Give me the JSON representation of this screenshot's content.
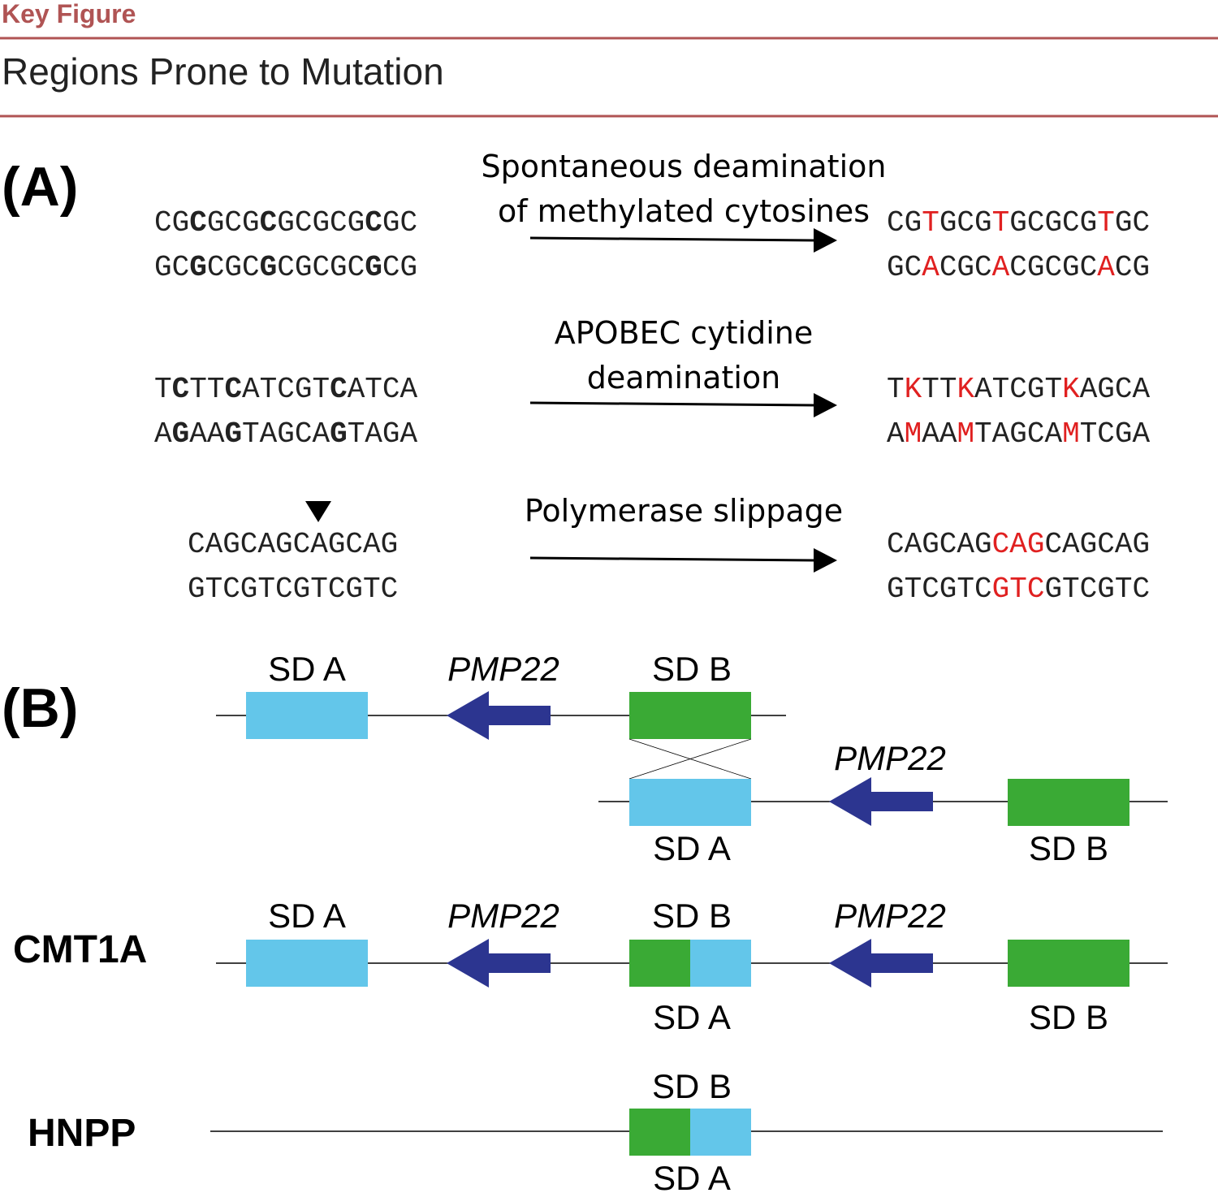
{
  "header": {
    "kicker": "Key Figure",
    "title": "Regions Prone to Mutation",
    "accent_color": "#b05454"
  },
  "panel_a": {
    "label": "(A)",
    "rows": [
      {
        "process_lines": [
          "Spontaneous deamination",
          "of methylated cytosines"
        ],
        "input_top": [
          {
            "t": "CG"
          },
          {
            "t": "C",
            "b": true
          },
          {
            "t": "GCG"
          },
          {
            "t": "C",
            "b": true
          },
          {
            "t": "GCGCG"
          },
          {
            "t": "C",
            "b": true
          },
          {
            "t": "GC"
          }
        ],
        "input_bottom": [
          {
            "t": "GC"
          },
          {
            "t": "G",
            "b": true
          },
          {
            "t": "CGC"
          },
          {
            "t": "G",
            "b": true
          },
          {
            "t": "CGCGC"
          },
          {
            "t": "G",
            "b": true
          },
          {
            "t": "CG"
          }
        ],
        "output_top": [
          {
            "t": "CG"
          },
          {
            "t": "T",
            "r": true
          },
          {
            "t": "GCG"
          },
          {
            "t": "T",
            "r": true
          },
          {
            "t": "GCGCG"
          },
          {
            "t": "T",
            "r": true
          },
          {
            "t": "GC"
          }
        ],
        "output_bottom": [
          {
            "t": "GC"
          },
          {
            "t": "A",
            "r": true
          },
          {
            "t": "CGC"
          },
          {
            "t": "A",
            "r": true
          },
          {
            "t": "CGCGC"
          },
          {
            "t": "A",
            "r": true
          },
          {
            "t": "CG"
          }
        ]
      },
      {
        "process_lines": [
          "APOBEC cytidine",
          "deamination"
        ],
        "input_top": [
          {
            "t": "T"
          },
          {
            "t": "C",
            "b": true
          },
          {
            "t": "TT"
          },
          {
            "t": "C",
            "b": true
          },
          {
            "t": "ATCGT"
          },
          {
            "t": "C",
            "b": true
          },
          {
            "t": "ATCA"
          }
        ],
        "input_bottom": [
          {
            "t": "A"
          },
          {
            "t": "G",
            "b": true
          },
          {
            "t": "AA"
          },
          {
            "t": "G",
            "b": true
          },
          {
            "t": "TAGCA"
          },
          {
            "t": "G",
            "b": true
          },
          {
            "t": "TAGA"
          }
        ],
        "output_top": [
          {
            "t": "T"
          },
          {
            "t": "K",
            "r": true
          },
          {
            "t": "TT"
          },
          {
            "t": "K",
            "r": true
          },
          {
            "t": "ATCGT"
          },
          {
            "t": "K",
            "r": true
          },
          {
            "t": "AGCA"
          }
        ],
        "output_bottom": [
          {
            "t": "A"
          },
          {
            "t": "M",
            "r": true
          },
          {
            "t": "AA"
          },
          {
            "t": "M",
            "r": true
          },
          {
            "t": "TAGCA"
          },
          {
            "t": "M",
            "r": true
          },
          {
            "t": "TCGA"
          }
        ]
      },
      {
        "process_lines": [
          "Polymerase slippage"
        ],
        "input_top": [
          {
            "t": "CAGCAGCAGCAG"
          }
        ],
        "input_bottom": [
          {
            "t": "GTCGTCGTCGTC"
          }
        ],
        "output_top": [
          {
            "t": "CAGCAG"
          },
          {
            "t": "CAG",
            "r": true
          },
          {
            "t": "CAGCAG"
          }
        ],
        "output_bottom": [
          {
            "t": "GTCGTC"
          },
          {
            "t": "GTC",
            "r": true
          },
          {
            "t": "GTCGTC"
          }
        ]
      }
    ],
    "mutation_color": "#e02020"
  },
  "panel_b": {
    "label": "(B)",
    "sd_a": "SD A",
    "sd_b": "SD B",
    "gene": "PMP22",
    "cmt1a": "CMT1A",
    "hnpp": "HNPP",
    "colors": {
      "sd_a": "#63c6ea",
      "sd_b": "#3aaa35",
      "gene_arrow": "#2c3590"
    }
  }
}
